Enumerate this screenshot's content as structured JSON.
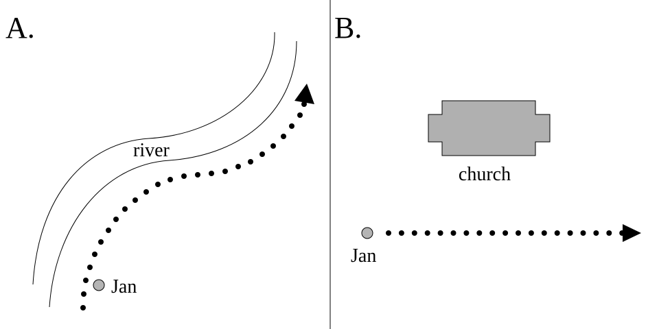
{
  "panel_a": {
    "label": "A.",
    "river_label": "river",
    "person_label": "Jan"
  },
  "panel_b": {
    "label": "B.",
    "landmark_label": "church",
    "person_label": "Jan"
  },
  "colors": {
    "marker_fill": "#b4b4b4",
    "church_fill": "#b0b0b0",
    "ink": "#000000"
  }
}
